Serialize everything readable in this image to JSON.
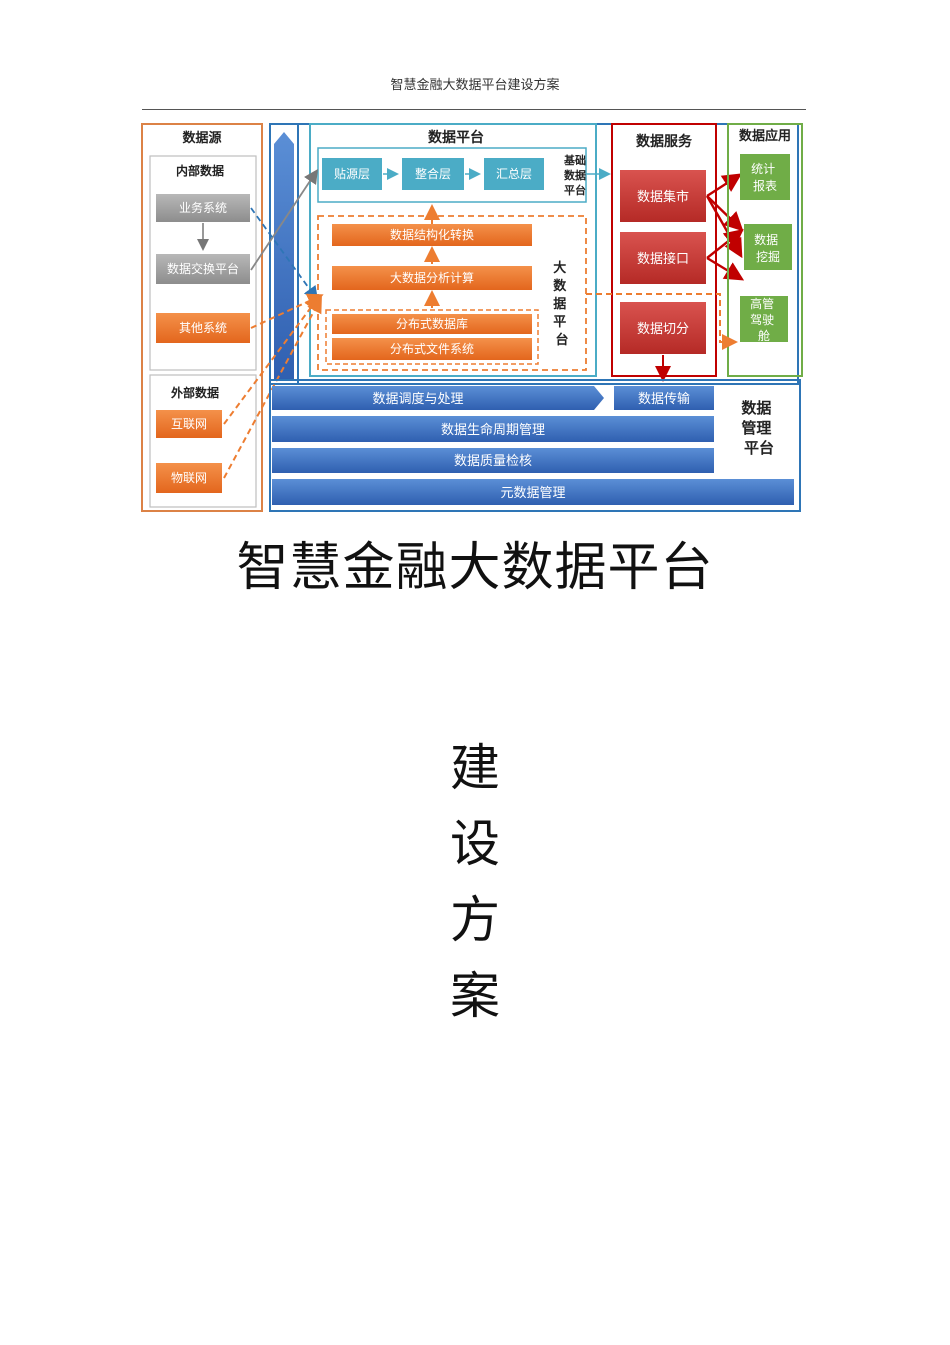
{
  "header": {
    "title": "智慧金融大数据平台建设方案"
  },
  "diagram": {
    "source": {
      "title": "数据源",
      "internal": {
        "title": "内部数据",
        "items": [
          "业务系统",
          "数据交换平台",
          "其他系统"
        ]
      },
      "external": {
        "title": "外部数据",
        "items": [
          "互联网",
          "物联网"
        ]
      }
    },
    "platform": {
      "title": "数据平台",
      "base": {
        "label": "基础数据平台",
        "layers": [
          "贴源层",
          "整合层",
          "汇总层"
        ]
      },
      "bigdata": {
        "label": "大数据平台",
        "items": [
          "数据结构化转换",
          "大数据分析计算",
          "分布式数据库",
          "分布式文件系统"
        ]
      }
    },
    "service": {
      "title": "数据服务",
      "items": [
        "数据集市",
        "数据接口",
        "数据切分"
      ]
    },
    "application": {
      "title": "数据应用",
      "items": [
        "统计报表",
        "数据挖掘",
        "高管驾驶舱"
      ]
    },
    "management": {
      "label": "数据管理平台",
      "bars": [
        "数据调度与处理",
        "数据传输",
        "数据生命周期管理",
        "数据质量检核",
        "元数据管理"
      ]
    }
  },
  "document": {
    "title": "智慧金融大数据平台",
    "subtitle_chars": [
      "建",
      "设",
      "方",
      "案"
    ]
  },
  "colors": {
    "orange": "#ed7d31",
    "gray": "#a5a5a5",
    "teal": "#4bacc6",
    "blue": "#4472c4",
    "red": "#c0392b",
    "green": "#70ad47",
    "frame_blue": "#2e75b6"
  }
}
